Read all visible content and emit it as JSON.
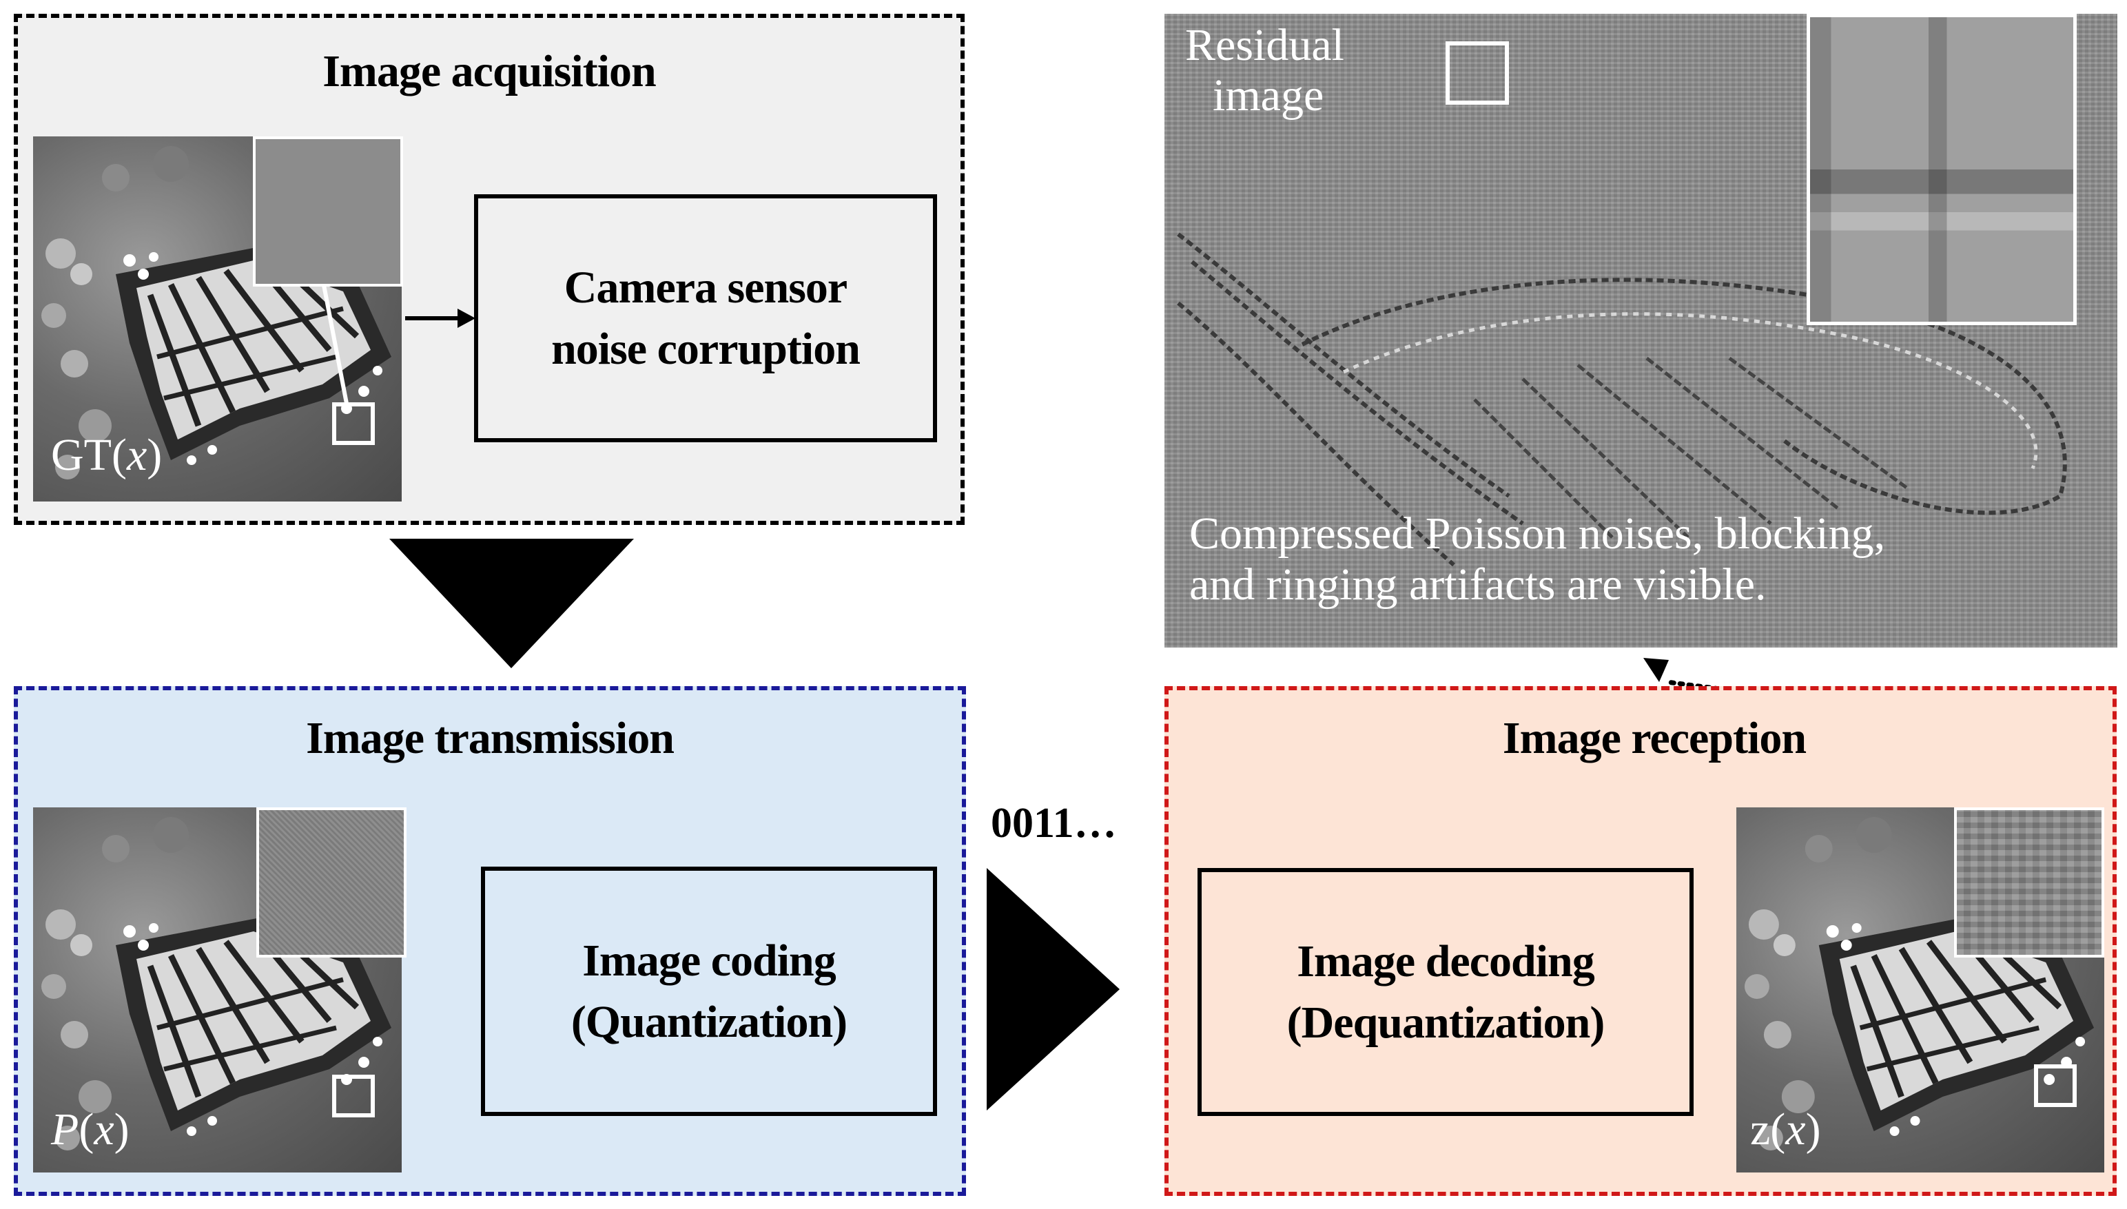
{
  "acquisition": {
    "title": "Image acquisition",
    "box_lines": [
      "Camera sensor",
      "noise corruption"
    ],
    "photo_label_prefix": "GT(",
    "photo_label_var": "x",
    "photo_label_suffix": ")"
  },
  "transmission": {
    "title": "Image transmission",
    "box_lines": [
      "Image coding",
      "(Quantization)"
    ],
    "photo_label_var": "P",
    "photo_label_mid": "(",
    "photo_label_var2": "x",
    "photo_label_suffix": ")"
  },
  "reception": {
    "title": "Image reception",
    "box_lines": [
      "Image decoding",
      "(Dequantization)"
    ],
    "photo_label_prefix": "z(",
    "photo_label_var": "x",
    "photo_label_suffix": ")"
  },
  "bitstream": "0011…",
  "residual": {
    "label_lines": [
      "Residual",
      "image"
    ],
    "caption_lines": [
      "Compressed Poisson noises, blocking,",
      "and ringing artifacts are visible."
    ]
  },
  "colors": {
    "acquisition_bg": "#f0f0f0",
    "acquisition_border": "#000000",
    "transmission_bg": "#dbe9f6",
    "transmission_border": "#1a1a9a",
    "reception_bg": "#fde4d6",
    "reception_border": "#d01818"
  }
}
